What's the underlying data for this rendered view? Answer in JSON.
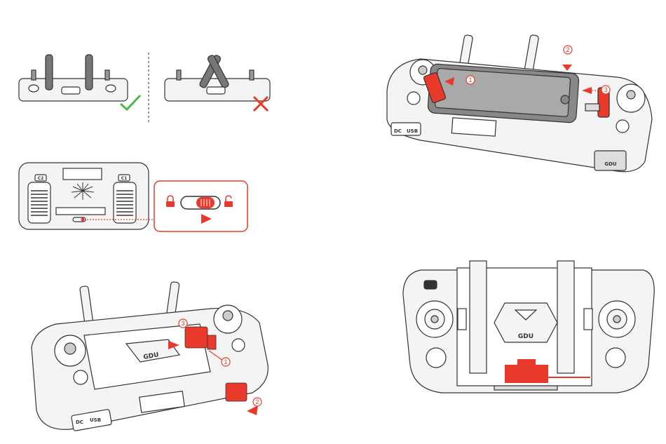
{
  "colors": {
    "accent": "#e8392a",
    "outline": "#333333",
    "fill": "#f4f4f4",
    "ok": "#4cb848",
    "bad": "#e8392a"
  },
  "panels": {
    "antenna": {
      "correct_icon": "check-icon",
      "wrong_icon": "cross-icon"
    },
    "back": {
      "key_left": "C2",
      "key_right": "C1",
      "lock_icon": "lock-closed-icon",
      "unlock_icon": "lock-open-icon"
    },
    "clip_install": {
      "step1": "1",
      "step2": "2",
      "step3": "3",
      "brand": "GDU",
      "port_dc": "DC",
      "port_usb": "USB"
    },
    "phone_mount": {
      "step1": "1",
      "step2": "2",
      "step3": "3",
      "port_dc": "DC",
      "port_usb": "USB",
      "brand": "GDU"
    },
    "front_view": {
      "brand": "GDU"
    }
  }
}
